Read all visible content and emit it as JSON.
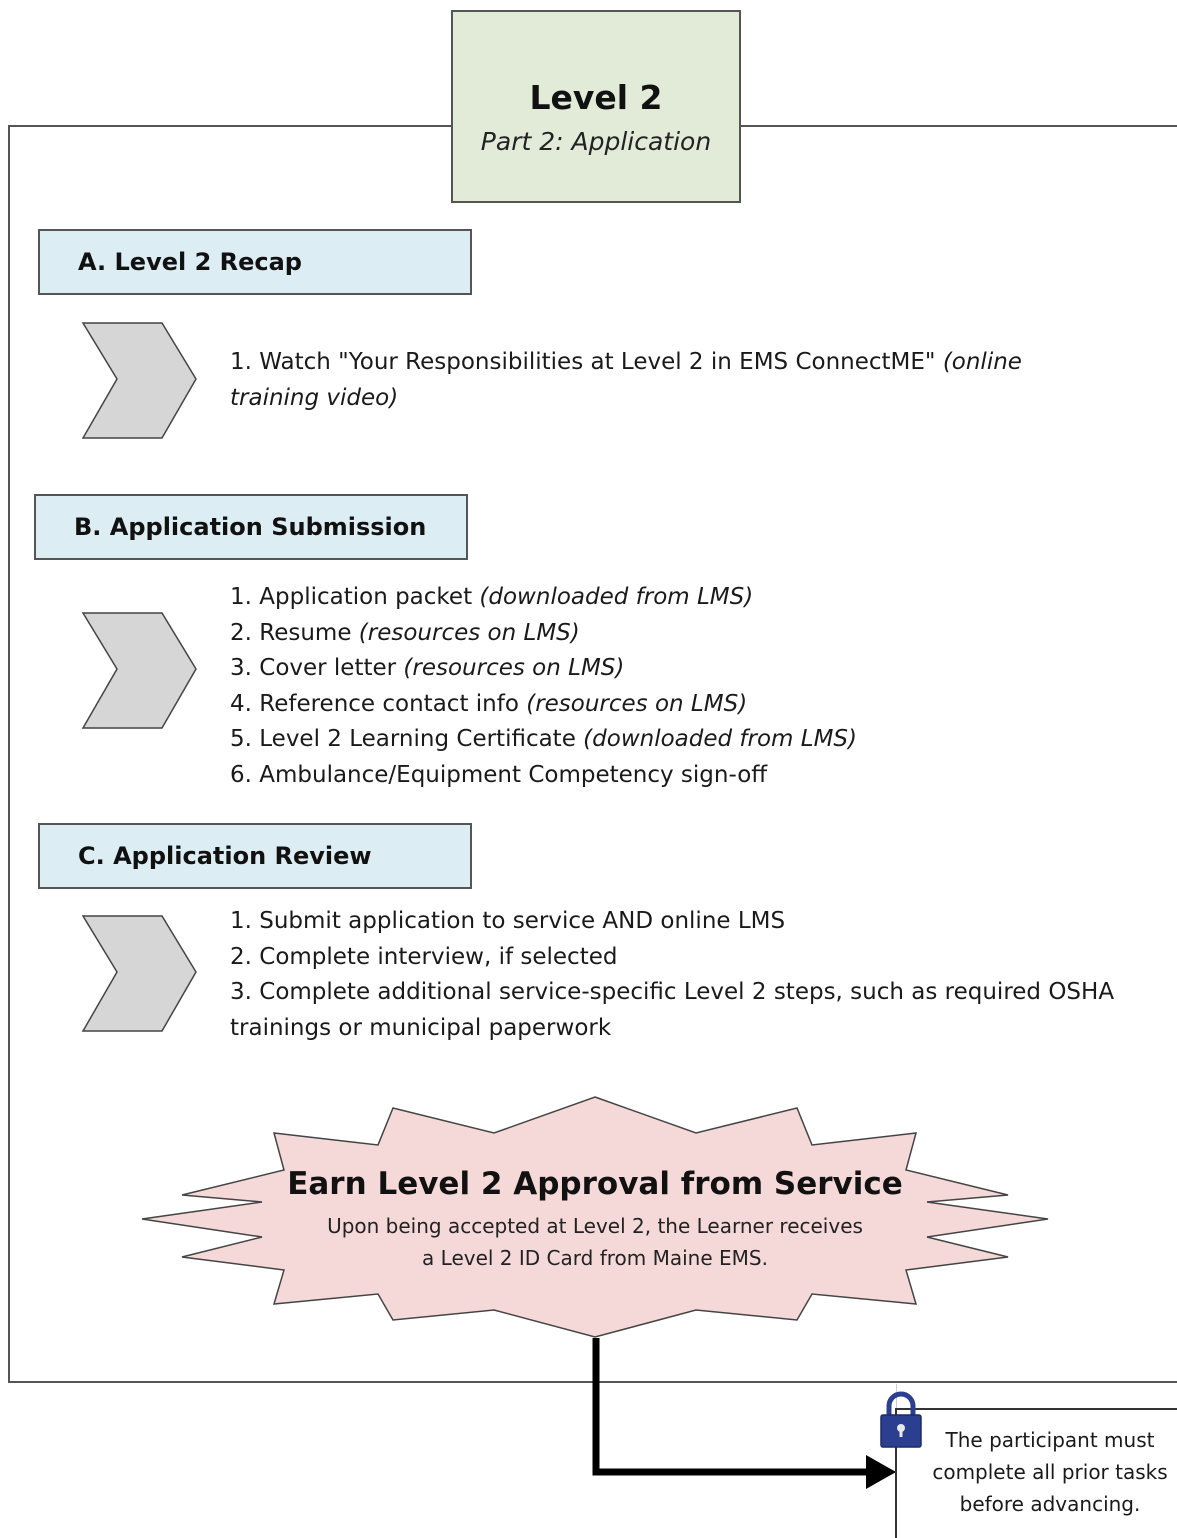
{
  "header": {
    "title": "Level 2",
    "subtitle": "Part 2: Application"
  },
  "sections": [
    {
      "heading": "A. Level 2 Recap",
      "items": [
        {
          "text": "1. Watch \"Your Responsibilities at Level 2 in EMS ConnectME\" ",
          "note": "(online"
        },
        {
          "text": "",
          "note": "training video)"
        }
      ]
    },
    {
      "heading": "B. Application Submission",
      "items": [
        {
          "text": "1. Application packet ",
          "note": "(downloaded from LMS)"
        },
        {
          "text": "2. Resume ",
          "note": "(resources on LMS)"
        },
        {
          "text": "3. Cover letter ",
          "note": "(resources on LMS)"
        },
        {
          "text": "4. Reference contact info ",
          "note": "(resources on LMS)"
        },
        {
          "text": "5. Level 2 Learning Certificate ",
          "note": "(downloaded from LMS)"
        },
        {
          "text": "6. Ambulance/Equipment Competency sign-off",
          "note": ""
        }
      ]
    },
    {
      "heading": "C. Application Review",
      "items": [
        {
          "text": "1. Submit application to service AND online LMS",
          "note": ""
        },
        {
          "text": "2. Complete interview, if selected",
          "note": ""
        },
        {
          "text": "3. Complete additional service-specific Level 2 steps, such as required OSHA",
          "note": ""
        },
        {
          "text": "trainings or municipal paperwork",
          "note": ""
        }
      ]
    }
  ],
  "milestone": {
    "title": "Earn Level 2 Approval from Service",
    "line1": "Upon being accepted at Level 2, the Learner receives",
    "line2": "a Level 2 ID Card from Maine EMS."
  },
  "lock_note": {
    "icon": "padlock-icon",
    "line1": "The participant must",
    "line2": "complete all prior tasks",
    "line3": "before advancing."
  },
  "colors": {
    "title_fill": "#e2ebd8",
    "section_fill": "#dcedf3",
    "chevron_fill": "#d6d6d6",
    "burst_fill": "#f5d9d9",
    "lock_blue": "#2c3e8f"
  }
}
